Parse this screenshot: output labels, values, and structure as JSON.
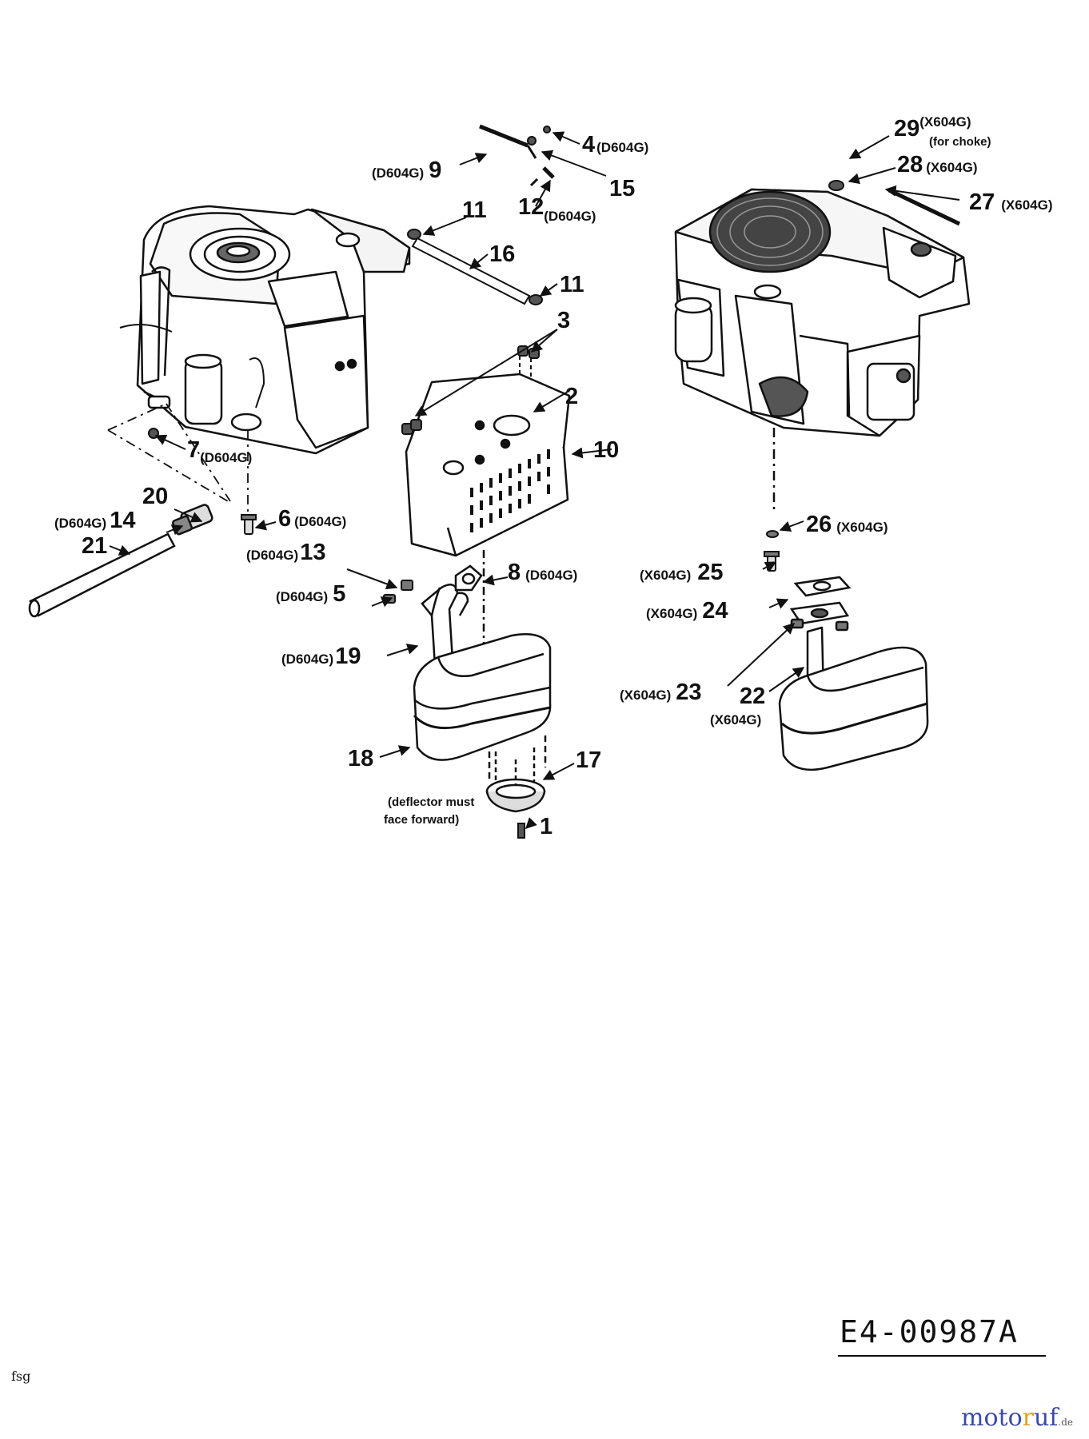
{
  "callouts": [
    {
      "id": "c4",
      "number": "4",
      "suffix": "(D604G)"
    },
    {
      "id": "c9",
      "number": "9",
      "prefix": "(D604G)"
    },
    {
      "id": "c15",
      "number": "15"
    },
    {
      "id": "c12",
      "number": "12",
      "suffix": "(D604G)"
    },
    {
      "id": "c11a",
      "number": "11"
    },
    {
      "id": "c16",
      "number": "16"
    },
    {
      "id": "c11b",
      "number": "11"
    },
    {
      "id": "c3",
      "number": "3"
    },
    {
      "id": "c2",
      "number": "2"
    },
    {
      "id": "c10",
      "number": "10"
    },
    {
      "id": "c7",
      "number": "7",
      "suffix": "(D604G)"
    },
    {
      "id": "c20",
      "number": "20"
    },
    {
      "id": "c14",
      "number": "14",
      "prefix": "(D604G)"
    },
    {
      "id": "c21",
      "number": "21"
    },
    {
      "id": "c6",
      "number": "6",
      "suffix": "(D604G)"
    },
    {
      "id": "c13",
      "number": "13",
      "prefix": "(D604G)"
    },
    {
      "id": "c5",
      "number": "5",
      "prefix": "(D604G)"
    },
    {
      "id": "c8",
      "number": "8",
      "suffix": "(D604G)"
    },
    {
      "id": "c19",
      "number": "19",
      "prefix": "(D604G)"
    },
    {
      "id": "c18",
      "number": "18"
    },
    {
      "id": "c17",
      "number": "17"
    },
    {
      "id": "c1",
      "number": "1"
    },
    {
      "id": "c29",
      "number": "29",
      "suffix": "(X604G)",
      "note": "(for choke)"
    },
    {
      "id": "c28",
      "number": "28",
      "suffix": "(X604G)"
    },
    {
      "id": "c27",
      "number": "27",
      "suffix": "(X604G)"
    },
    {
      "id": "c26",
      "number": "26",
      "suffix": "(X604G)"
    },
    {
      "id": "c25",
      "number": "25",
      "prefix": "(X604G)"
    },
    {
      "id": "c24",
      "number": "24",
      "prefix": "(X604G)"
    },
    {
      "id": "c23",
      "number": "23",
      "prefix": "(X604G)"
    },
    {
      "id": "c22",
      "number": "22",
      "below": "(X604G)"
    }
  ],
  "deflector_note": [
    "(deflector must",
    "face forward)"
  ],
  "drawing_id": "E4-00987A",
  "author": "fsg",
  "watermark": {
    "part1": "moto",
    "part2": "r",
    "part3": "uf",
    "domain": ".de"
  }
}
